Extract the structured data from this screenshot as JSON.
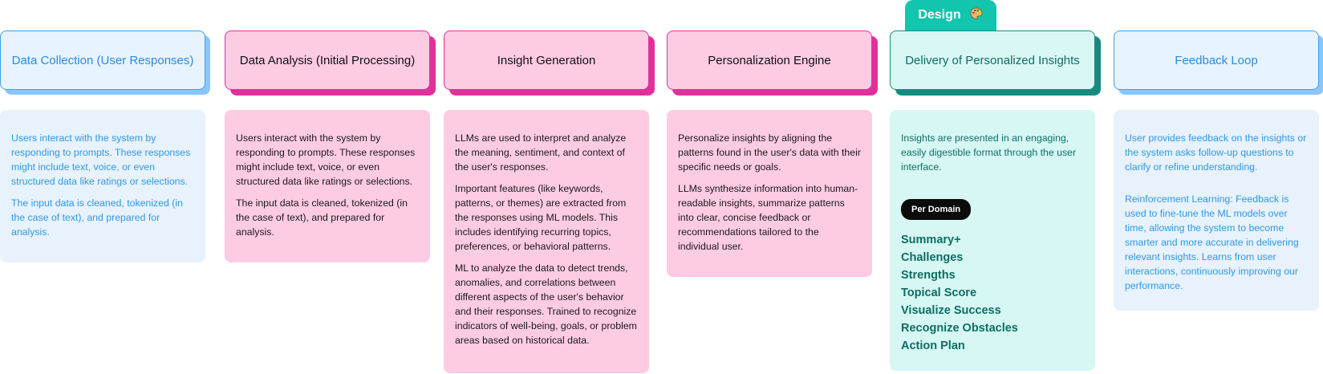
{
  "tab": {
    "label": "Design",
    "icon": "palette-icon"
  },
  "columns": [
    {
      "title": "Data Collection (User Responses)",
      "paragraphs": [
        "Users interact with the system by responding to prompts. These responses might include text, voice, or even structured data like ratings or selections.",
        "The input data is cleaned, tokenized (in the case of text), and prepared for analysis."
      ]
    },
    {
      "title": "Data Analysis (Initial Processing)",
      "paragraphs": [
        "Users interact with the system by responding to prompts. These responses might include text, voice, or even structured data like ratings or selections.",
        "The input data is cleaned, tokenized (in the case of text), and prepared for analysis."
      ]
    },
    {
      "title": "Insight Generation",
      "paragraphs": [
        "LLMs are used to interpret and analyze the meaning, sentiment, and context of the user's responses.",
        "Important features (like keywords, patterns, or themes) are extracted from the responses using ML models. This includes identifying recurring topics, preferences, or behavioral patterns.",
        "ML to analyze the data to detect trends, anomalies, and correlations between different aspects of the user's behavior and their responses. Trained to recognize indicators of well-being, goals, or problem areas based on historical data."
      ]
    },
    {
      "title": "Personalization Engine",
      "paragraphs": [
        "Personalize insights by aligning the patterns found in the user's data with their specific needs or goals.",
        "LLMs synthesize information into human-readable insights, summarize patterns into clear, concise feedback or recommendations tailored to the individual user."
      ]
    },
    {
      "title": "Delivery of Personalized Insights",
      "paragraphs": [
        "Insights are presented in an engaging, easily digestible format through the user interface."
      ],
      "pill": "Per Domain",
      "domains": [
        "Summary+",
        "Challenges",
        "Strengths",
        "Topical Score",
        "Visualize Success",
        "Recognize Obstacles",
        "Action Plan"
      ]
    },
    {
      "title": "Feedback Loop",
      "paragraphs": [
        "User provides feedback on the insights or the system asks follow-up questions to clarify or refine understanding.",
        "Reinforcement Learning: Feedback is used to fine-tune the ML models over time, allowing the system to become smarter and more accurate in delivering relevant insights. Learns from user interactions, continuously improving our performance."
      ]
    }
  ],
  "colors": {
    "blue": "#2f98e3",
    "pink": "#e0319b",
    "teal": "#13c4ae"
  }
}
